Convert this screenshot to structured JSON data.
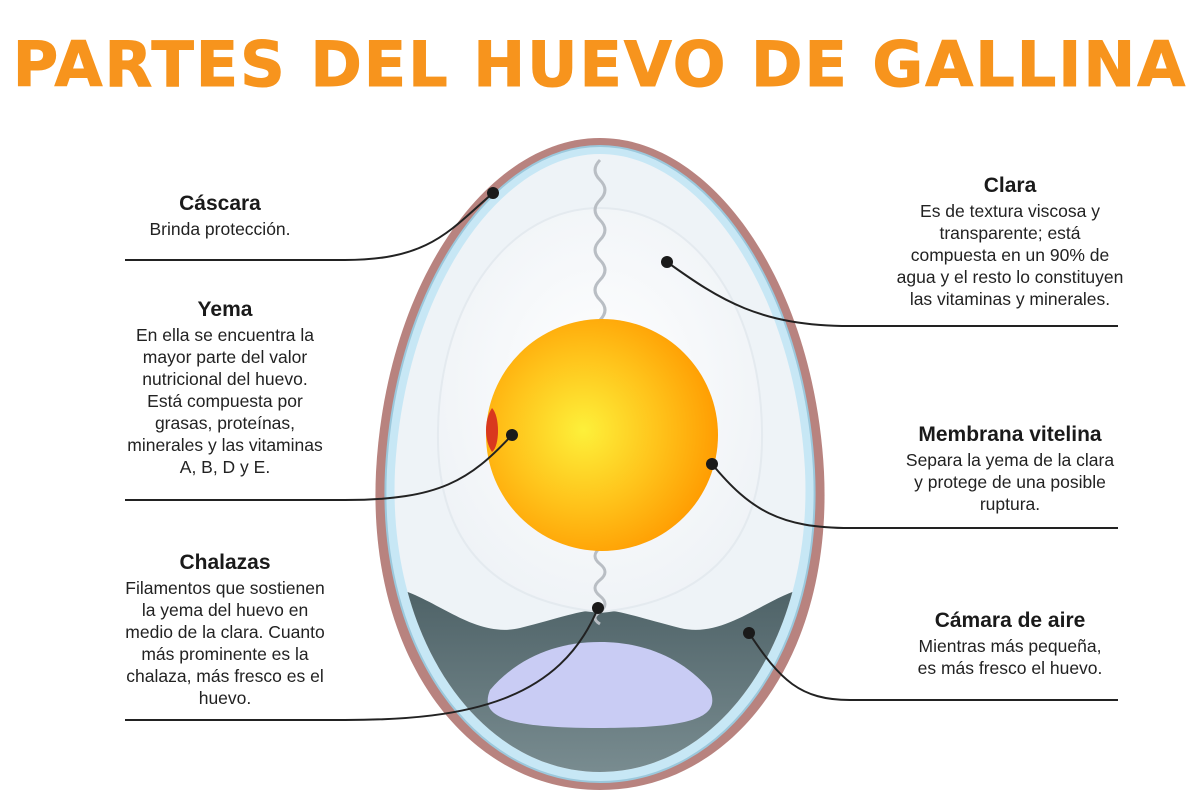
{
  "title": "PARTES DEL HUEVO DE GALLINA",
  "colors": {
    "title": "#f7941d",
    "shell": "#b07e7c",
    "membrane": "#bfe3f2",
    "white": "#f4f7fa",
    "yolk_center": "#fde63a",
    "yolk_edge": "#ff9500",
    "air_chamber": "#56696e",
    "air_chamber_light": "#c9cdf2"
  },
  "labels": {
    "cascara": {
      "head": "Cáscara",
      "desc": "Brinda protección."
    },
    "yema": {
      "head": "Yema",
      "desc": "En ella se encuentra la\nmayor parte del valor\nnutricional del huevo.\nEstá compuesta por\ngrasas, proteínas,\nminerales y las vitaminas\nA, B, D y E."
    },
    "chalazas": {
      "head": "Chalazas",
      "desc": "Filamentos que sostienen\nla yema del huevo en\nmedio de la clara. Cuanto\nmás prominente es la\nchalaza, más fresco es el\nhuevo."
    },
    "clara": {
      "head": "Clara",
      "desc": "Es de textura viscosa y\ntransparente; está\ncompuesta en un 90% de\nagua y el resto lo constituyen\nlas vitaminas y minerales."
    },
    "membrana": {
      "head": "Membrana vitelina",
      "desc": "Separa la yema de la clara\ny protege de una posible\nruptura."
    },
    "camara": {
      "head": "Cámara de aire",
      "desc": "Mientras más pequeña,\nes más fresco el huevo."
    }
  }
}
